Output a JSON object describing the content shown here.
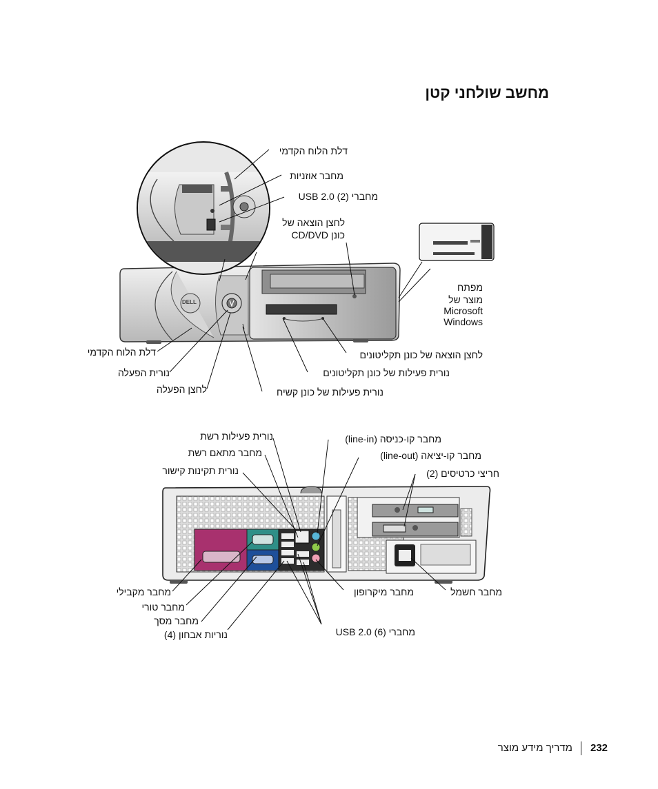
{
  "page": {
    "title": "מחשב שולחני קטן",
    "footer": {
      "page_number": "232",
      "guide": "מדריך מידע מוצר"
    }
  },
  "front": {
    "zoom_labels": {
      "front_door": "דלת הלוח הקדמי",
      "headphone": "מחבר אוזניות",
      "usb": "מחברי USB 2.0 (2)",
      "cd_eject_1": "לחצן הוצאה של",
      "cd_eject_2": "כונן CD/DVD"
    },
    "product_key": [
      "מפתח",
      "מוצר של",
      "Microsoft",
      "Windows"
    ],
    "left_labels": {
      "front_door": "דלת הלוח הקדמי",
      "power_light": "נורית הפעלה",
      "power_button": "לחצן הפעלה",
      "hdd_light": "נורית פעילות של כונן קשיח"
    },
    "right_labels": {
      "floppy_eject": "לחצן הוצאה של כונן תקליטונים",
      "floppy_light": "נורית פעילות של כונן תקליטונים"
    },
    "logo": "DELL"
  },
  "back": {
    "labels": {
      "net_activity": "נורית פעילות רשת",
      "net_adapter": "מחבר מתאם רשת",
      "link_integrity": "נורית תקינות קישור",
      "line_in": "מחבר קו-כניסה (line-in)",
      "line_out": "מחבר קו-יציאה (line-out)",
      "card_slots": "חריצי כרטיסים (2)",
      "parallel": "מחבר מקבילי",
      "serial": "מחבר טורי",
      "video": "מחבר מסך",
      "diag_lights": "נוריות אבחון (4)",
      "microphone": "מחבר מיקרופון",
      "power": "מחבר חשמל",
      "usb": "מחברי USB 2.0 (6)"
    }
  }
}
